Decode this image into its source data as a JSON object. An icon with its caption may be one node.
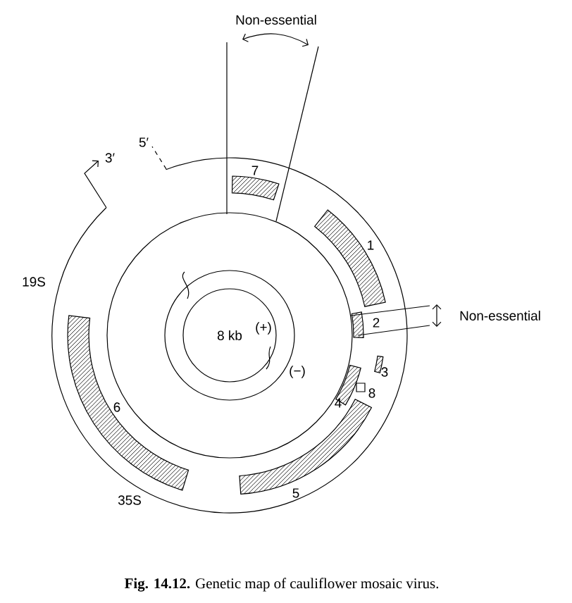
{
  "diagram": {
    "caption": "**Fig. 14.12.** Genetic map of cauliflower mosaic virus.",
    "labels": [
      "Non-essential",
      "5′",
      "3′",
      "7",
      "1",
      "19S",
      "Non-essential",
      "2",
      "8 kb",
      "(+)",
      "3",
      "(−)",
      "8",
      "4",
      "6",
      "5",
      "35S"
    ]
  }
}
